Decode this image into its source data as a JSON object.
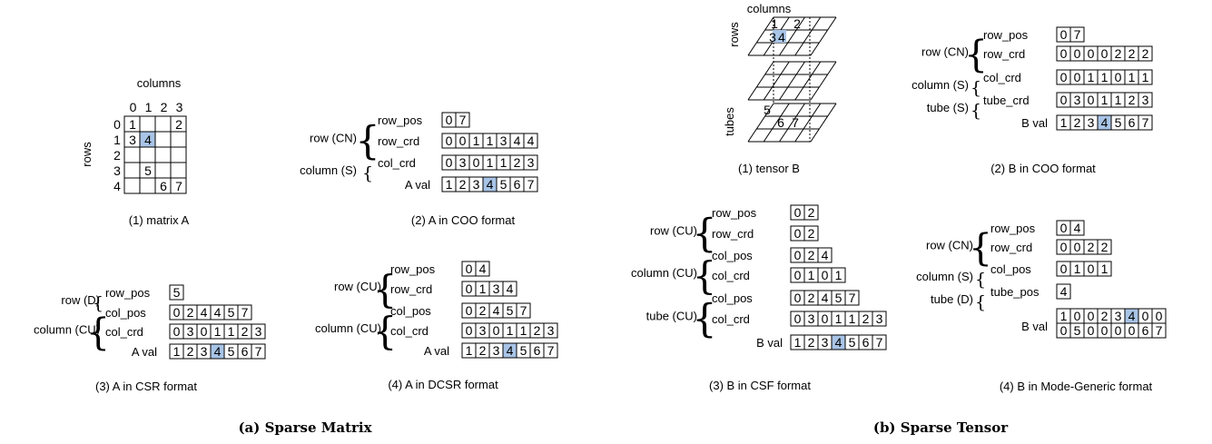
{
  "subcaptions": {
    "a": "(a) Sparse Matrix",
    "b": "(b) Sparse Tensor"
  },
  "highlight_color": "#a8c4e6",
  "matrix": {
    "title": "columns",
    "rows_label": "rows",
    "col_indices": [
      "0",
      "1",
      "2",
      "3"
    ],
    "row_indices": [
      "0",
      "1",
      "2",
      "3",
      "4"
    ],
    "cells": [
      [
        "1",
        "",
        "",
        "2"
      ],
      [
        "3",
        "4",
        "",
        ""
      ],
      [
        "",
        "",
        "",
        ""
      ],
      [
        "",
        "5",
        "",
        ""
      ],
      [
        "",
        "",
        "6",
        "7"
      ]
    ],
    "highlight": [
      1,
      1
    ],
    "caption": "(1) matrix A"
  },
  "tensor": {
    "title": "columns",
    "rows_label": "rows",
    "tubes_label": "tubes",
    "top_slice_values": [
      "1",
      "2",
      "3",
      "4"
    ],
    "bottom_slice_values": [
      "5",
      "6",
      "7"
    ],
    "caption": "(1) tensor B"
  },
  "formats": [
    {
      "id": "a-coo",
      "caption": "(2) A in COO format",
      "levels": [
        {
          "name": "row (CN)",
          "arrays": [
            {
              "label": "row_pos",
              "values": [
                "0",
                "7"
              ]
            },
            {
              "label": "row_crd",
              "values": [
                "0",
                "0",
                "1",
                "1",
                "3",
                "4",
                "4"
              ]
            }
          ]
        },
        {
          "name": "column (S)",
          "arrays": [
            {
              "label": "col_crd",
              "values": [
                "0",
                "3",
                "0",
                "1",
                "1",
                "2",
                "3"
              ]
            }
          ]
        }
      ],
      "val": {
        "label": "A val",
        "values": [
          "1",
          "2",
          "3",
          "4",
          "5",
          "6",
          "7"
        ],
        "highlight": 3
      }
    },
    {
      "id": "a-csr",
      "caption": "(3) A in CSR format",
      "levels": [
        {
          "name": "row (D)",
          "arrays": [
            {
              "label": "row_pos",
              "values": [
                "5"
              ]
            }
          ]
        },
        {
          "name": "column (CU)",
          "arrays": [
            {
              "label": "col_pos",
              "values": [
                "0",
                "2",
                "4",
                "4",
                "5",
                "7"
              ]
            },
            {
              "label": "col_crd",
              "values": [
                "0",
                "3",
                "0",
                "1",
                "1",
                "2",
                "3"
              ]
            }
          ]
        }
      ],
      "val": {
        "label": "A val",
        "values": [
          "1",
          "2",
          "3",
          "4",
          "5",
          "6",
          "7"
        ],
        "highlight": 3
      }
    },
    {
      "id": "a-dcsr",
      "caption": "(4) A in DCSR format",
      "levels": [
        {
          "name": "row (CU)",
          "arrays": [
            {
              "label": "row_pos",
              "values": [
                "0",
                "4"
              ]
            },
            {
              "label": "row_crd",
              "values": [
                "0",
                "1",
                "3",
                "4"
              ]
            }
          ]
        },
        {
          "name": "column (CU)",
          "arrays": [
            {
              "label": "col_pos",
              "values": [
                "0",
                "2",
                "4",
                "5",
                "7"
              ]
            },
            {
              "label": "col_crd",
              "values": [
                "0",
                "3",
                "0",
                "1",
                "1",
                "2",
                "3"
              ]
            }
          ]
        }
      ],
      "val": {
        "label": "A val",
        "values": [
          "1",
          "2",
          "3",
          "4",
          "5",
          "6",
          "7"
        ],
        "highlight": 3
      }
    },
    {
      "id": "b-coo",
      "caption": "(2) B in COO format",
      "levels": [
        {
          "name": "row (CN)",
          "arrays": [
            {
              "label": "row_pos",
              "values": [
                "0",
                "7"
              ]
            },
            {
              "label": "row_crd",
              "values": [
                "0",
                "0",
                "0",
                "0",
                "2",
                "2",
                "2"
              ]
            }
          ]
        },
        {
          "name": "column (S)",
          "arrays": [
            {
              "label": "col_crd",
              "values": [
                "0",
                "0",
                "1",
                "1",
                "0",
                "1",
                "1"
              ]
            }
          ]
        },
        {
          "name": "tube (S)",
          "arrays": [
            {
              "label": "tube_crd",
              "values": [
                "0",
                "3",
                "0",
                "1",
                "1",
                "2",
                "3"
              ]
            }
          ]
        }
      ],
      "val": {
        "label": "B val",
        "values": [
          "1",
          "2",
          "3",
          "4",
          "5",
          "6",
          "7"
        ],
        "highlight": 3
      }
    },
    {
      "id": "b-csf",
      "caption": "(3) B in CSF format",
      "levels": [
        {
          "name": "row (CU)",
          "arrays": [
            {
              "label": "row_pos",
              "values": [
                "0",
                "2"
              ]
            },
            {
              "label": "row_crd",
              "values": [
                "0",
                "2"
              ]
            }
          ]
        },
        {
          "name": "column (CU)",
          "arrays": [
            {
              "label": "col_pos",
              "values": [
                "0",
                "2",
                "4"
              ]
            },
            {
              "label": "col_crd",
              "values": [
                "0",
                "1",
                "0",
                "1"
              ]
            }
          ]
        },
        {
          "name": "tube (CU)",
          "arrays": [
            {
              "label": "col_pos",
              "values": [
                "0",
                "2",
                "4",
                "5",
                "7"
              ]
            },
            {
              "label": "col_crd",
              "values": [
                "0",
                "3",
                "0",
                "1",
                "1",
                "2",
                "3"
              ]
            }
          ]
        }
      ],
      "val": {
        "label": "B val",
        "values": [
          "1",
          "2",
          "3",
          "4",
          "5",
          "6",
          "7"
        ],
        "highlight": 3
      }
    },
    {
      "id": "b-mg",
      "caption": "(4) B in Mode-Generic format",
      "levels": [
        {
          "name": "row (CN)",
          "arrays": [
            {
              "label": "row_pos",
              "values": [
                "0",
                "4"
              ]
            },
            {
              "label": "row_crd",
              "values": [
                "0",
                "0",
                "2",
                "2"
              ]
            }
          ]
        },
        {
          "name": "column (S)",
          "arrays": [
            {
              "label": "col_pos",
              "values": [
                "0",
                "1",
                "0",
                "1"
              ]
            }
          ]
        },
        {
          "name": "tube (D)",
          "arrays": [
            {
              "label": "tube_pos",
              "values": [
                "4"
              ]
            }
          ]
        }
      ],
      "val": {
        "label": "B val",
        "rows": [
          [
            "1",
            "0",
            "0",
            "2",
            "3",
            "4",
            "0",
            "0"
          ],
          [
            "0",
            "5",
            "0",
            "0",
            "0",
            "0",
            "6",
            "7"
          ]
        ],
        "highlight": [
          0,
          5
        ]
      }
    }
  ]
}
